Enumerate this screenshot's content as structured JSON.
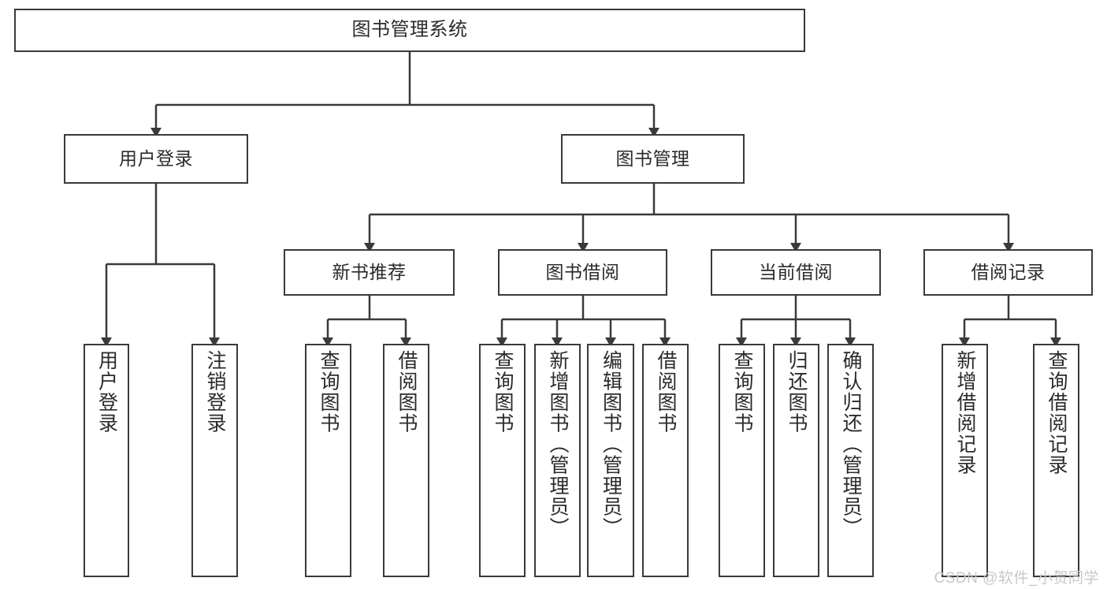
{
  "diagram": {
    "title": "图书管理系统",
    "type": "tree-hierarchy-chart",
    "root": {
      "label": "图书管理系统"
    },
    "level2": [
      {
        "label": "用户登录"
      },
      {
        "label": "图书管理"
      }
    ],
    "level3": [
      {
        "label": "新书推荐"
      },
      {
        "label": "图书借阅"
      },
      {
        "label": "当前借阅"
      },
      {
        "label": "借阅记录"
      }
    ],
    "leaves": {
      "user_login": [
        {
          "label": "用户登录"
        },
        {
          "label": "注销登录"
        }
      ],
      "new_book_recommend": [
        {
          "label": "查询图书"
        },
        {
          "label": "借阅图书"
        }
      ],
      "book_borrow": [
        {
          "label": "查询图书"
        },
        {
          "label": "新增图书（管理员）"
        },
        {
          "label": "编辑图书（管理员）"
        },
        {
          "label": "借阅图书"
        }
      ],
      "current_borrow": [
        {
          "label": "查询图书"
        },
        {
          "label": "归还图书"
        },
        {
          "label": "确认归还（管理员）"
        }
      ],
      "borrow_record": [
        {
          "label": "新增借阅记录"
        },
        {
          "label": "查询借阅记录"
        }
      ]
    }
  },
  "watermark": {
    "text": "CSDN @软件_小贺同学"
  },
  "colors": {
    "stroke": "#3a3a3a",
    "fill": "#ffffff",
    "text": "#2b2b2b",
    "watermark": "#c9c9c9"
  }
}
